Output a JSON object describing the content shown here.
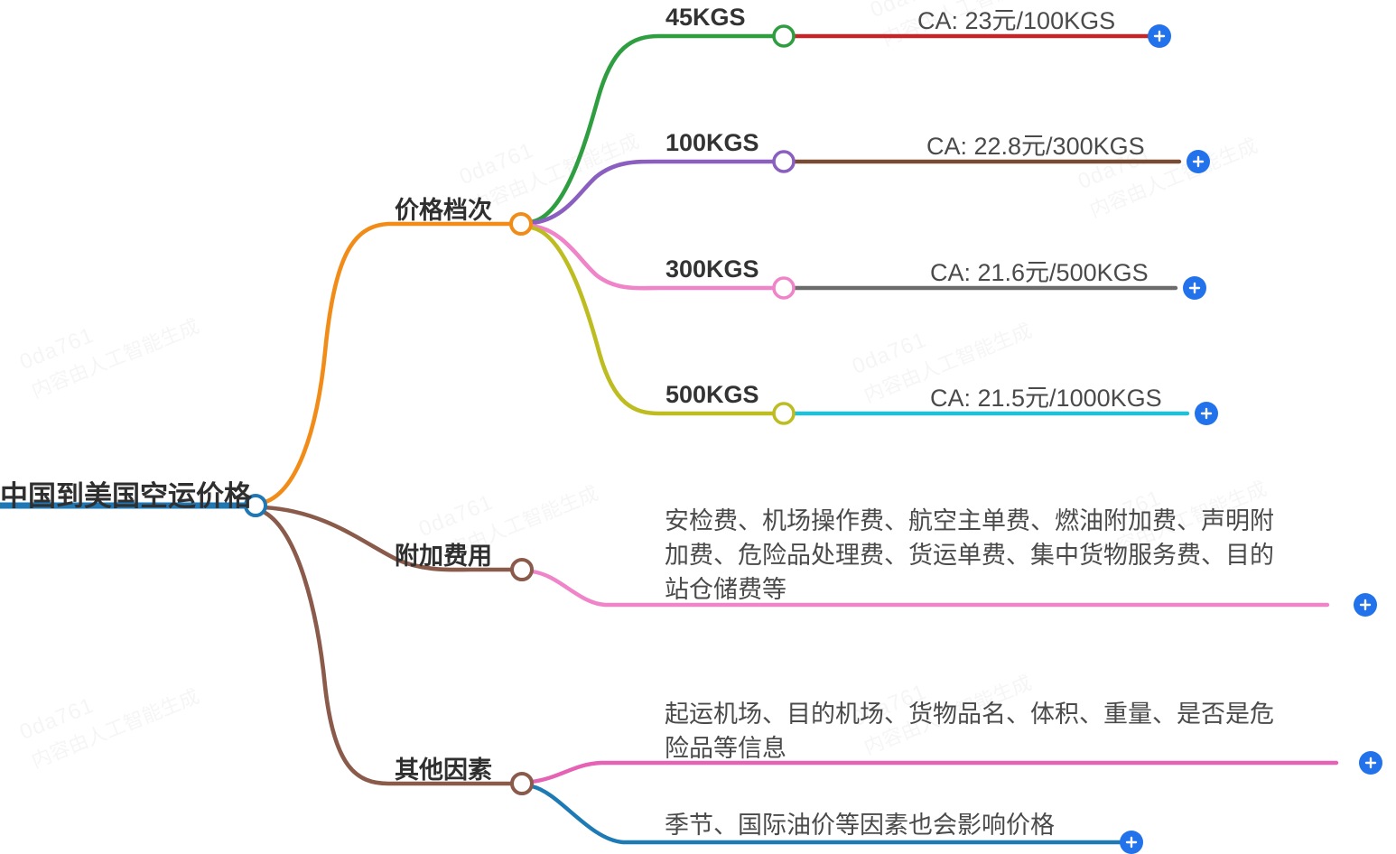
{
  "meta": {
    "watermark_line1": "0da761",
    "watermark_line2": "内容由人工智能生成",
    "plus_icon": "plus-icon"
  },
  "colors": {
    "root_line": "#1f77b4",
    "orange": "#f28c18",
    "brown": "#8a5a4a",
    "green": "#2f9e41",
    "purple": "#8a5fc0",
    "pink": "#ef84c8",
    "olive": "#bdbd22",
    "red": "#c0262a",
    "dark_brown": "#7b4a33",
    "gray": "#6b6b6b",
    "cyan": "#1fc0d8",
    "blue_plus": "#2272ec",
    "magenta": "#e562b4",
    "steel_blue": "#1d7ab4"
  },
  "root": {
    "label": "中国到美国空运价格"
  },
  "branches": [
    {
      "label": "价格档次",
      "children": [
        {
          "label": "45KGS",
          "detail": "CA: 23元/100KGS"
        },
        {
          "label": "100KGS",
          "detail": "CA: 22.8元/300KGS"
        },
        {
          "label": "300KGS",
          "detail": "CA: 21.6元/500KGS"
        },
        {
          "label": "500KGS",
          "detail": "CA: 21.5元/1000KGS"
        }
      ]
    },
    {
      "label": "附加费用",
      "children": [
        {
          "label": "",
          "detail": "安检费、机场操作费、航空主单费、燃油附加费、声明附\n加费、危险品处理费、货运单费、集中货物服务费、目的\n站仓储费等"
        }
      ]
    },
    {
      "label": "其他因素",
      "children": [
        {
          "label": "",
          "detail": "起运机场、目的机场、货物品名、体积、重量、是否是危\n险品等信息"
        },
        {
          "label": "",
          "detail": "季节、国际油价等因素也会影响价格"
        }
      ]
    }
  ]
}
